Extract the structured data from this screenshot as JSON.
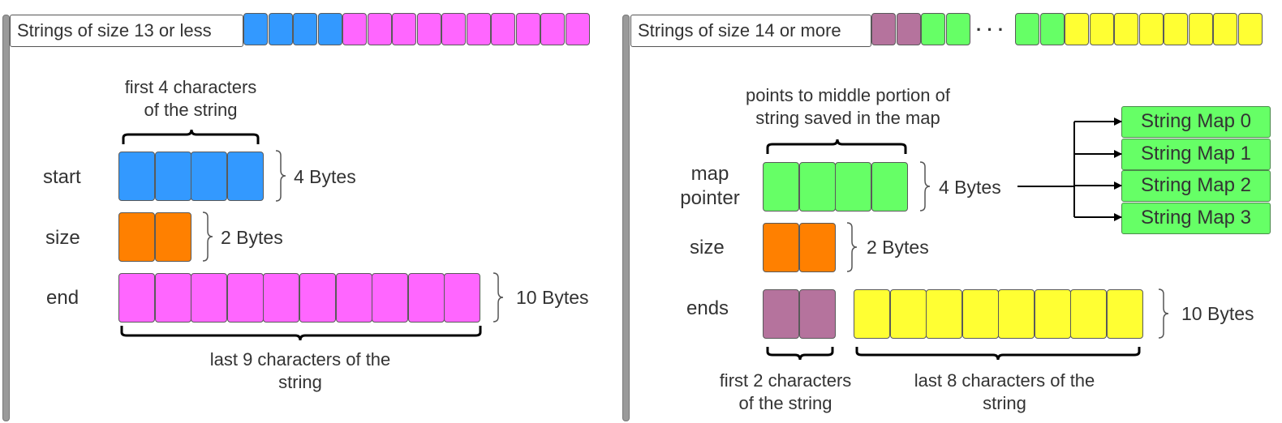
{
  "colors": {
    "blue": "#3399ff",
    "magenta": "#ff66ff",
    "orange": "#ff8000",
    "green": "#66ff66",
    "mauve": "#b5739d",
    "yellow": "#ffff33"
  },
  "left": {
    "title": "Strings of size 13 or less",
    "header_cells": [
      "blue",
      "blue",
      "blue",
      "blue",
      "magenta",
      "magenta",
      "magenta",
      "magenta",
      "magenta",
      "magenta",
      "magenta",
      "magenta",
      "magenta",
      "magenta"
    ],
    "start_label": "start",
    "size_label": "size",
    "end_label": "end",
    "start_bytes": "4 Bytes",
    "size_bytes": "2 Bytes",
    "end_bytes": "10 Bytes",
    "start_caption_line1": "first 4 characters",
    "start_caption_line2": "of the string",
    "end_caption_line1": "last 9 characters of the",
    "end_caption_line2": "string"
  },
  "right": {
    "title": "Strings of size 14 or more",
    "ellipsis": "· · ·",
    "header_cells_a": [
      "mauve",
      "mauve",
      "green",
      "green"
    ],
    "header_cells_b": [
      "green",
      "green",
      "yellow",
      "yellow",
      "yellow",
      "yellow",
      "yellow",
      "yellow",
      "yellow",
      "yellow"
    ],
    "map_pointer_label_line1": "map",
    "map_pointer_label_line2": "pointer",
    "size_label": "size",
    "ends_label": "ends",
    "map_bytes": "4 Bytes",
    "size_bytes": "2 Bytes",
    "ends_bytes": "10 Bytes",
    "map_caption_line1": "points to middle portion of",
    "map_caption_line2": "string saved in the map",
    "ends_caption_a_line1": "first 2 characters",
    "ends_caption_a_line2": "of the string",
    "ends_caption_b_line1": "last 8 characters of the",
    "ends_caption_b_line2": "string",
    "string_maps": [
      "String Map 0",
      "String Map 1",
      "String Map 2",
      "String Map 3"
    ]
  }
}
